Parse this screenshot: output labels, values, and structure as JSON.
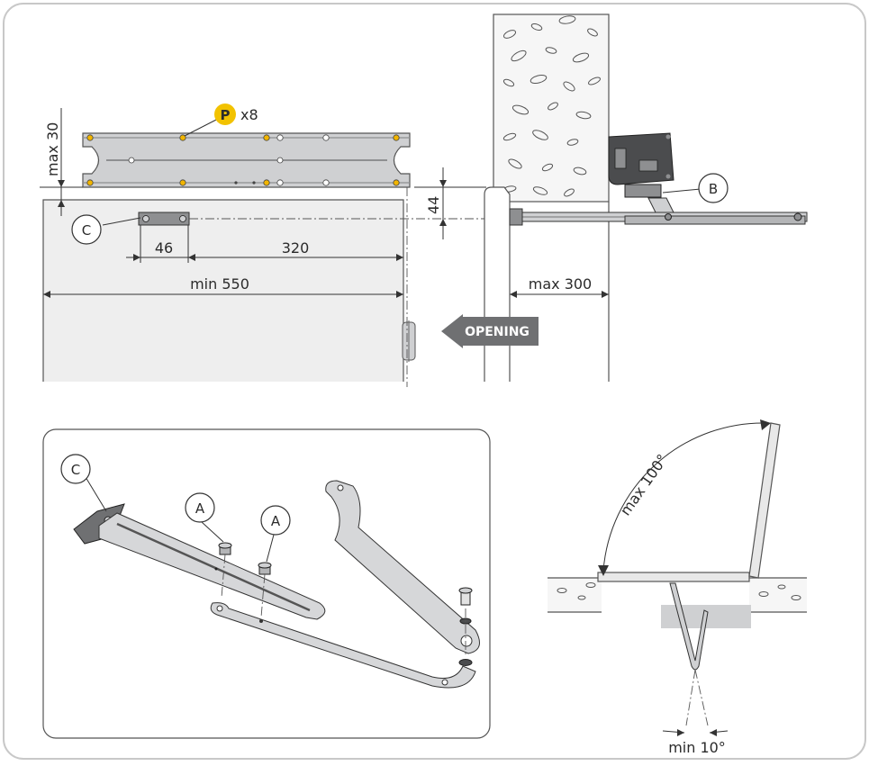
{
  "colors": {
    "frame": "#c8c8c8",
    "plate": "#cfd0d2",
    "metal_dark": "#8e8f91",
    "motor": "#4b4c4e",
    "accent_hole": "#f2b500",
    "badge_fill": "#f2c200",
    "arrow_fill": "#6f7072",
    "gate_fill": "#eeeeee",
    "concrete_fill": "#f6f6f6"
  },
  "top": {
    "screw_badge_letter": "P",
    "screw_count": "x8",
    "dim_max30": "max 30",
    "dim_44": "44",
    "dim_46": "46",
    "dim_320": "320",
    "dim_min550": "min 550",
    "dim_max300": "max 300",
    "label_b": "B",
    "label_c": "C",
    "opening_label": "OPENING"
  },
  "detail": {
    "label_c": "C",
    "label_a1": "A",
    "label_a2": "A"
  },
  "angle": {
    "max_angle": "max 100°",
    "min_angle": "min 10°"
  }
}
